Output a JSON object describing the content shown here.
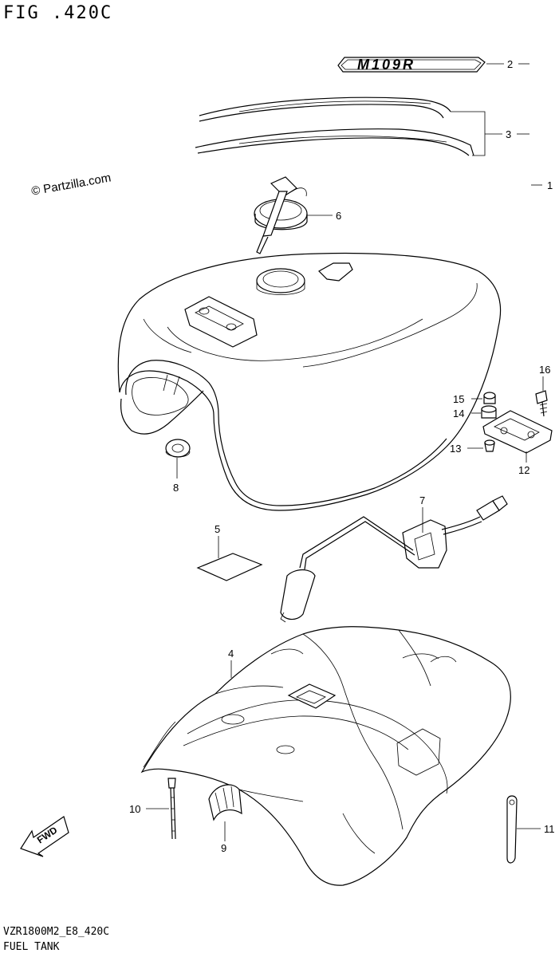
{
  "figure": {
    "title": "FIG .420C",
    "watermark": "© Partzilla.com",
    "model_code": "VZR1800M2_E8_420C",
    "section_name": "FUEL TANK",
    "direction_label": "FWD",
    "emblem_text": "M109R"
  },
  "callouts": [
    {
      "id": "1",
      "part": "fuel-tank"
    },
    {
      "id": "2",
      "part": "emblem"
    },
    {
      "id": "3",
      "part": "tape-set"
    },
    {
      "id": "4",
      "part": "tank-cover"
    },
    {
      "id": "5",
      "part": "label"
    },
    {
      "id": "6",
      "part": "fuel-cap"
    },
    {
      "id": "7",
      "part": "fuel-level-gauge"
    },
    {
      "id": "8",
      "part": "cushion"
    },
    {
      "id": "9",
      "part": "clamp"
    },
    {
      "id": "10",
      "part": "cable-tie"
    },
    {
      "id": "11",
      "part": "band"
    },
    {
      "id": "12",
      "part": "bracket"
    },
    {
      "id": "13",
      "part": "screw"
    },
    {
      "id": "14",
      "part": "cushion"
    },
    {
      "id": "15",
      "part": "nut"
    },
    {
      "id": "16",
      "part": "bolt"
    }
  ]
}
